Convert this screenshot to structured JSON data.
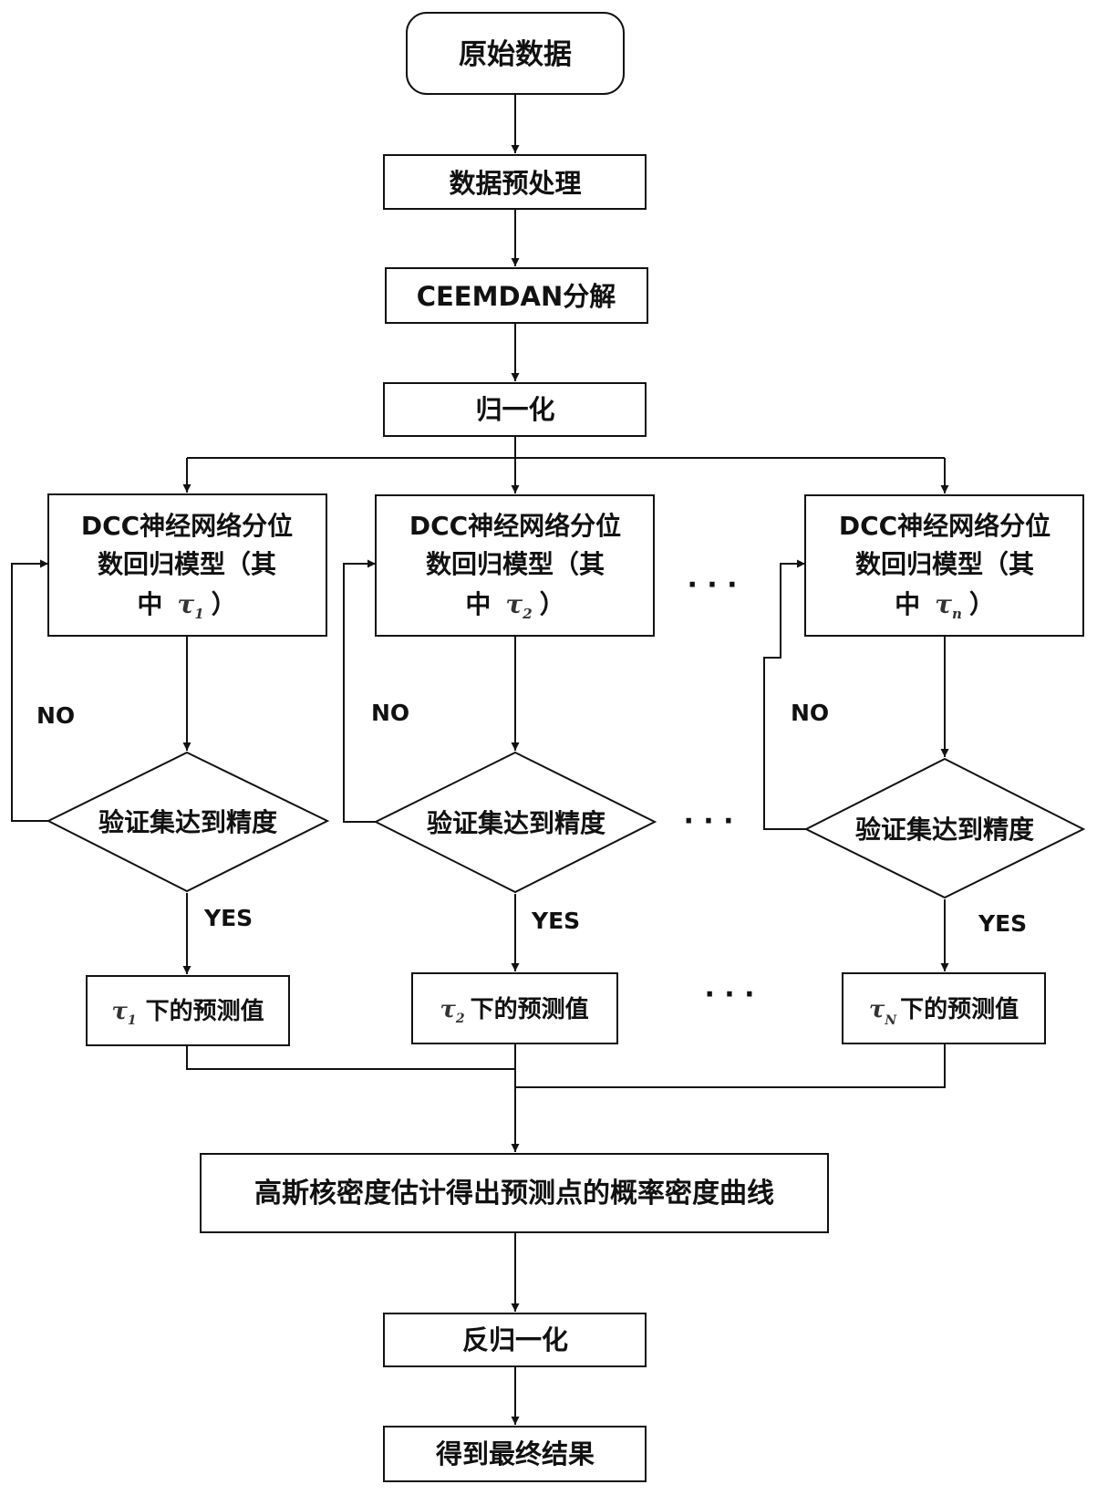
{
  "steps": {
    "start": "原始数据",
    "preprocess": "数据预处理",
    "decompose": "CEEMDAN分解",
    "normalize": "归一化",
    "kde": "高斯核密度估计得出预测点的概率密度曲线",
    "denormalize": "反归一化",
    "result": "得到最终结果"
  },
  "branches": [
    {
      "model_line1": "DCC神经网络分位",
      "model_line2": "数回归模型（其",
      "model_line3_prefix": "中",
      "tau_symbol": "τ",
      "tau_sub": "1",
      "model_line3_suffix": "）",
      "decision": "验证集达到精度",
      "no_label": "NO",
      "yes_label": "YES",
      "output_suffix": "下的预测值"
    },
    {
      "model_line1": "DCC神经网络分位",
      "model_line2": "数回归模型（其",
      "model_line3_prefix": "中",
      "tau_symbol": "τ",
      "tau_sub": "2",
      "model_line3_suffix": "）",
      "decision": "验证集达到精度",
      "no_label": "NO",
      "yes_label": "YES",
      "output_suffix": "下的预测值"
    },
    {
      "model_line1": "DCC神经网络分位",
      "model_line2": "数回归模型（其",
      "model_line3_prefix": "中",
      "tau_symbol": "τ",
      "tau_sub": "n",
      "output_tau_sub": "N",
      "model_line3_suffix": "）",
      "decision": "验证集达到精度",
      "no_label": "NO",
      "yes_label": "YES",
      "output_suffix": "下的预测值"
    }
  ],
  "ellipsis": "· · ·"
}
